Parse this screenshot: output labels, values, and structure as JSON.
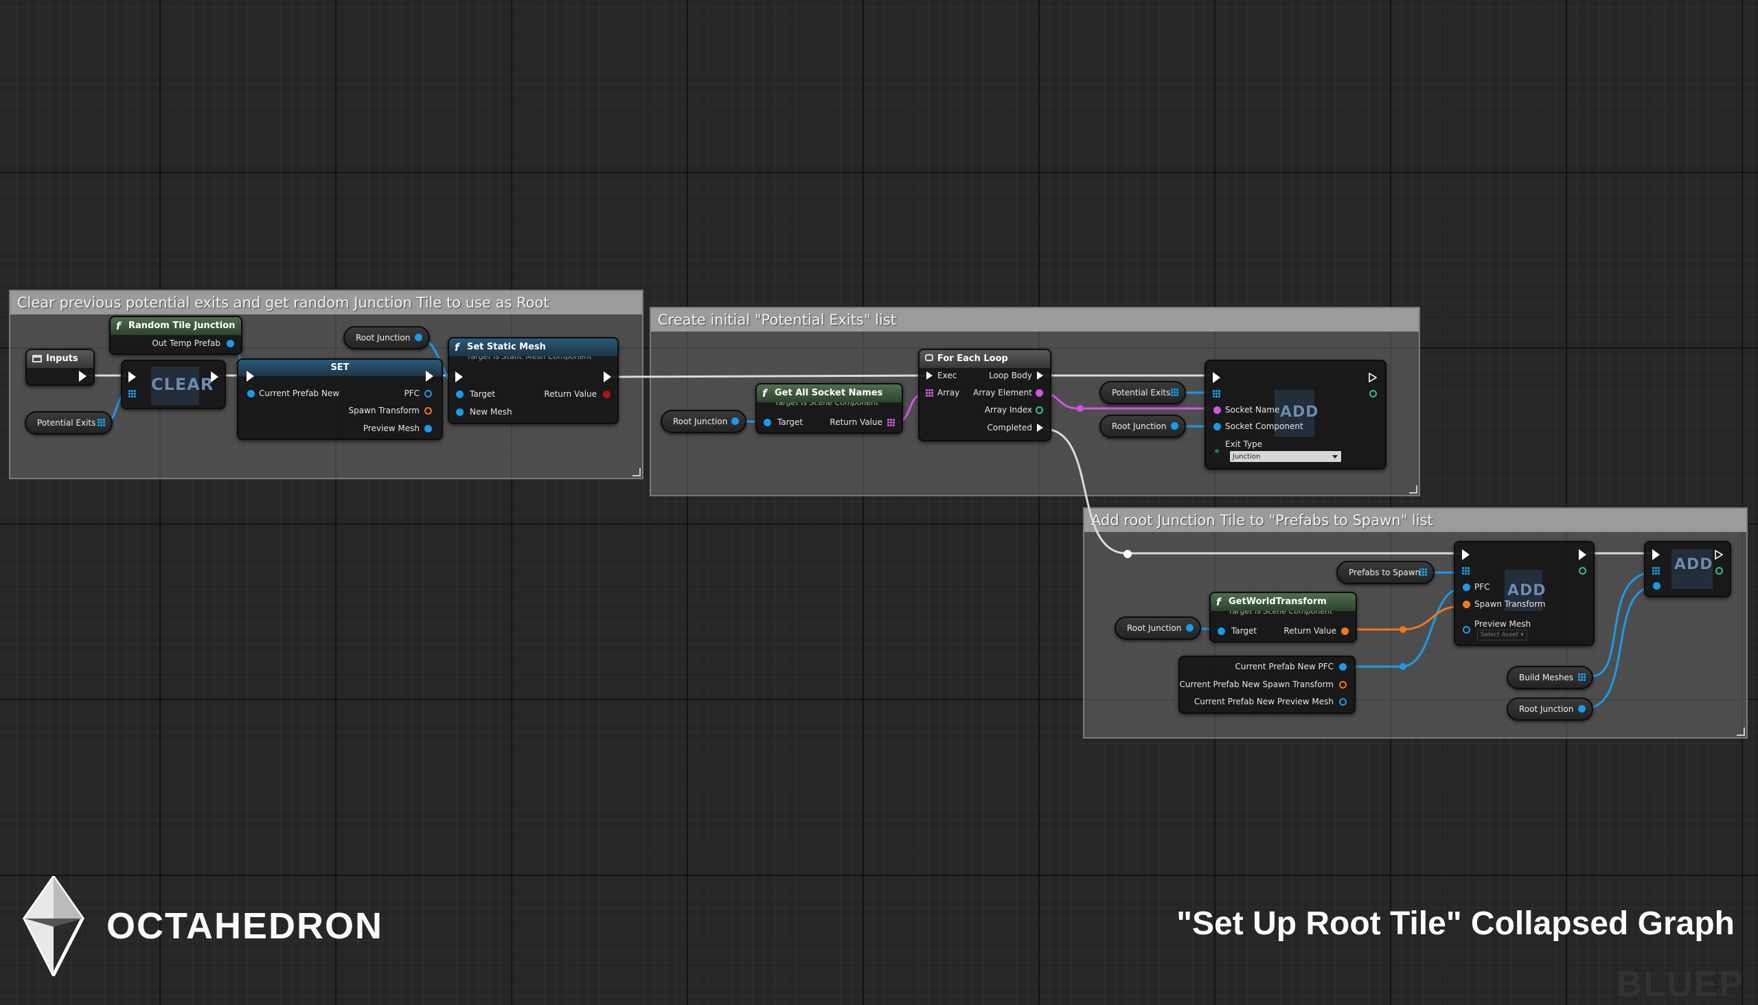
{
  "comments": {
    "c1": "Clear previous potential exits and get random Junction Tile to use as Root",
    "c2": "Create initial \"Potential Exits\" list",
    "c3": "Add root Junction Tile to \"Prefabs to Spawn\" list"
  },
  "nodes": {
    "inputs": {
      "title": "Inputs"
    },
    "random_tile": {
      "title": "Random Tile Junction",
      "out": "Out Temp Prefab"
    },
    "clear": {
      "label": "CLEAR"
    },
    "set": {
      "title": "SET",
      "in": "Current Prefab New",
      "out_pfc": "PFC",
      "out_spawn": "Spawn Transform",
      "out_mesh": "Preview Mesh"
    },
    "set_static_mesh": {
      "title": "Set Static Mesh",
      "subtitle": "Target is Static Mesh Component",
      "target": "Target",
      "new_mesh": "New Mesh",
      "return": "Return Value"
    },
    "get_socket_names": {
      "title": "Get All Socket Names",
      "subtitle": "Target is Scene Component",
      "target": "Target",
      "return": "Return Value"
    },
    "for_each": {
      "title": "For Each Loop",
      "exec": "Exec",
      "array": "Array",
      "loop_body": "Loop Body",
      "element": "Array Element",
      "index": "Array Index",
      "completed": "Completed"
    },
    "add1": {
      "label": "ADD",
      "socket_name": "Socket Name",
      "socket_comp": "Socket Component",
      "exit_type": "Exit Type",
      "exit_value": "Junction"
    },
    "get_world_transform": {
      "title": "GetWorldTransform",
      "subtitle": "Target is Scene Component",
      "target": "Target",
      "return": "Return Value"
    },
    "add2": {
      "label": "ADD",
      "pfc": "PFC",
      "spawn": "Spawn Transform",
      "mesh": "Preview Mesh",
      "asset": "Select Asset"
    },
    "add3": {
      "label": "ADD"
    },
    "current_prefab_vars": {
      "pfc": "Current Prefab New PFC",
      "spawn": "Current Prefab New Spawn Transform",
      "mesh": "Current Prefab New Preview Mesh"
    }
  },
  "variables": {
    "potential_exits_1": "Potential Exits",
    "root_junction_1": "Root Junction",
    "root_junction_2": "Root Junction",
    "potential_exits_2": "Potential Exits",
    "root_junction_3": "Root Junction",
    "prefabs_to_spawn": "Prefabs to Spawn",
    "root_junction_4": "Root Junction",
    "build_meshes": "Build Meshes",
    "root_junction_5": "Root Junction"
  },
  "branding": {
    "logo_text": "OCTAHEDRON",
    "graph_title": "\"Set Up Root Tile\" Collapsed Graph",
    "watermark": "BLUEP"
  },
  "colors": {
    "exec": "#ffffff",
    "object_ref": "#1a9be8",
    "transform": "#f07820",
    "name": "#d056e0",
    "integer": "#35c08a"
  }
}
